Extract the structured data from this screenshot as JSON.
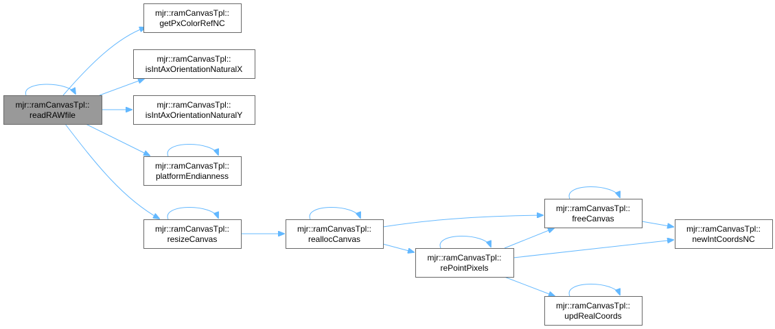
{
  "nodes": {
    "readRAWfile": {
      "ns": "mjr::ramCanvasTpl::",
      "name": "readRAWfile"
    },
    "getPxColorRefNC": {
      "ns": "mjr::ramCanvasTpl::",
      "name": "getPxColorRefNC"
    },
    "isIntAxOrientationNaturalX": {
      "ns": "mjr::ramCanvasTpl::",
      "name": "isIntAxOrientationNaturalX"
    },
    "isIntAxOrientationNaturalY": {
      "ns": "mjr::ramCanvasTpl::",
      "name": "isIntAxOrientationNaturalY"
    },
    "platformEndianness": {
      "ns": "mjr::ramCanvasTpl::",
      "name": "platformEndianness"
    },
    "resizeCanvas": {
      "ns": "mjr::ramCanvasTpl::",
      "name": "resizeCanvas"
    },
    "reallocCanvas": {
      "ns": "mjr::ramCanvasTpl::",
      "name": "reallocCanvas"
    },
    "rePointPixels": {
      "ns": "mjr::ramCanvasTpl::",
      "name": "rePointPixels"
    },
    "freeCanvas": {
      "ns": "mjr::ramCanvasTpl::",
      "name": "freeCanvas"
    },
    "newIntCoordsNC": {
      "ns": "mjr::ramCanvasTpl::",
      "name": "newIntCoordsNC"
    },
    "updRealCoords": {
      "ns": "mjr::ramCanvasTpl::",
      "name": "updRealCoords"
    }
  },
  "colors": {
    "edge": "#63b8ff",
    "root_fill": "#999999",
    "border": "#666666"
  }
}
